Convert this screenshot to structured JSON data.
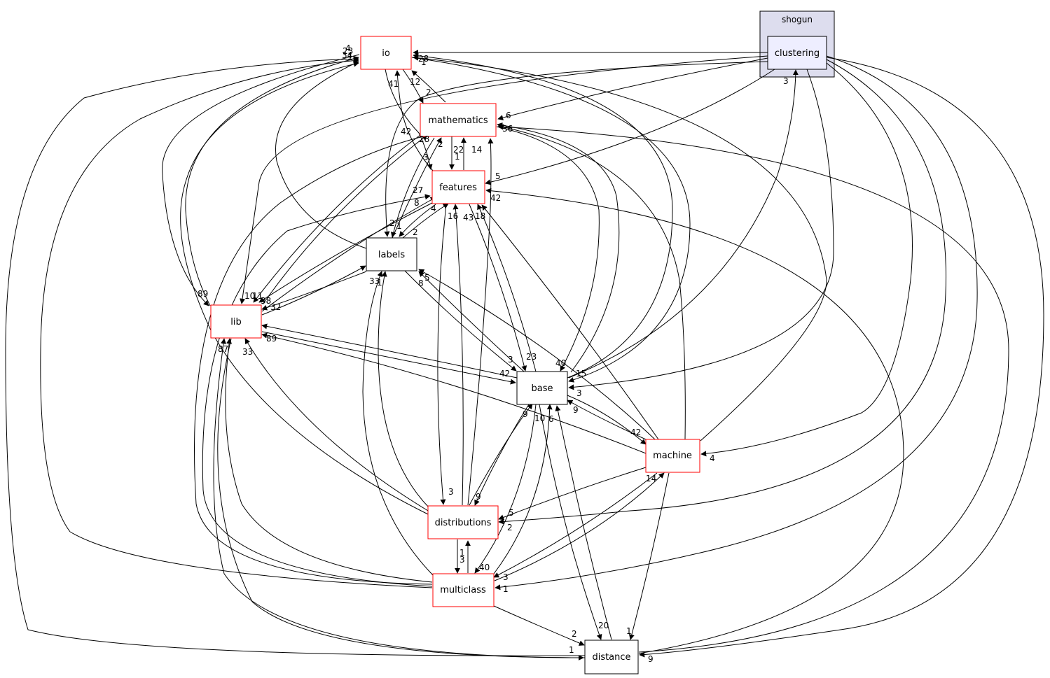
{
  "cluster": {
    "name": "shogun"
  },
  "nodes": {
    "io": "io",
    "mathematics": "mathematics",
    "features": "features",
    "labels": "labels",
    "lib": "lib",
    "base": "base",
    "machine": "machine",
    "distributions": "distributions",
    "multiclass": "multiclass",
    "distance": "distance",
    "clustering": "clustering"
  },
  "edge_labels": {
    "io_top_a": "4",
    "io_top_b": "23",
    "io_left_a": "34",
    "io_left_b": "1",
    "io_right_a": "28",
    "io_right_b": "1",
    "io_in_41": "41",
    "io_in_12": "12",
    "math_in_2": "2",
    "math_in_6": "6",
    "math_in_36": "36",
    "math_in_42": "42",
    "math_in_28": "28",
    "math_in_2b": "2",
    "math_in_22": "22",
    "math_in_1": "1",
    "math_in_14": "14",
    "feat_in_3": "3",
    "feat_in_5": "5",
    "feat_in_27": "27",
    "feat_in_8": "8",
    "feat_in_4": "4",
    "feat_in_42": "42",
    "feat_in_16": "16",
    "feat_in_43": "43",
    "feat_in_18": "18",
    "labels_in_2": "2",
    "labels_in_1": "1",
    "labels_in_2b": "2",
    "labels_in_33": "33",
    "labels_in_1b": "1",
    "labels_in_8": "8",
    "labels_in_5": "5",
    "lib_in_89": "89",
    "lib_in_10": "10",
    "lib_in_11": "11",
    "lib_in_38": "38",
    "lib_in_32": "32",
    "lib_in_89b": "89",
    "lib_in_87": "87",
    "lib_in_33": "33",
    "base_in_3": "3",
    "base_in_23": "23",
    "base_in_42": "42",
    "base_in_40": "40",
    "base_in_15": "15",
    "base_in_3b": "3",
    "base_in_9": "9",
    "base_in_9b": "9",
    "base_in_10": "10",
    "base_in_6": "6",
    "clust_in_3": "3",
    "mach_in_42": "42",
    "mach_in_4": "4",
    "mach_in_14": "14",
    "dist_in_3": "3",
    "dist_in_9": "9",
    "dist_in_5": "5",
    "dist_in_2": "2",
    "dist_in_1": "1",
    "multi_in_3": "3",
    "multi_in_40": "40",
    "multi_in_3b": "3",
    "multi_in_1": "1",
    "distance_in_2": "2",
    "distance_in_20": "20",
    "distance_in_1": "1",
    "distance_in_1b": "1",
    "distance_in_9": "9"
  }
}
